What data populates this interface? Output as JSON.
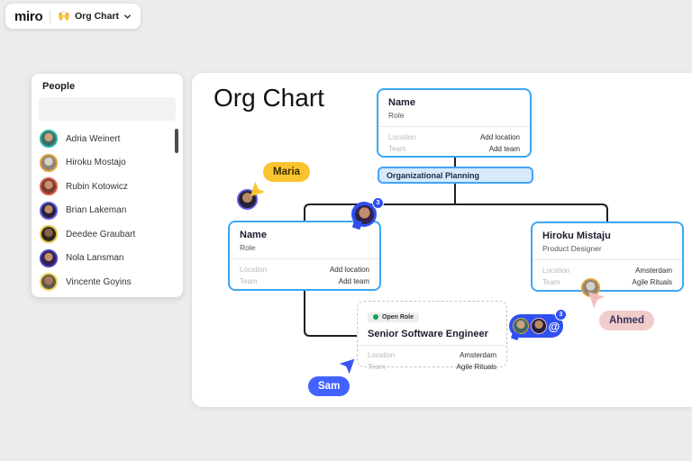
{
  "app": {
    "logo": "miro",
    "board_emoji": "🙌",
    "board_name": "Org Chart"
  },
  "sidebar": {
    "title": "People",
    "search": {
      "placeholder": ""
    },
    "people": [
      {
        "name": "Adria Weinert",
        "ring_color": "#2db4a2"
      },
      {
        "name": "Hiroku Mostajo",
        "ring_color": "#e2a23b"
      },
      {
        "name": "Rubin Kotowicz",
        "ring_color": "#d85c4a"
      },
      {
        "name": "Brian Lakeman",
        "ring_color": "#5b5bd6"
      },
      {
        "name": "Deedee Graubart",
        "ring_color": "#e3c53f"
      },
      {
        "name": "Nola Lansman",
        "ring_color": "#4b3fc4"
      },
      {
        "name": "Vincente Goyins",
        "ring_color": "#edd45c"
      }
    ]
  },
  "canvas": {
    "title": "Org Chart",
    "tag": {
      "label": "Organizational Planning"
    },
    "cards": {
      "top": {
        "name": "Name",
        "role": "Role",
        "location_label": "Location",
        "location_value": "Add location",
        "team_label": "Team",
        "team_value": "Add team"
      },
      "left": {
        "name": "Name",
        "role": "Role",
        "location_label": "Location",
        "location_value": "Add location",
        "team_label": "Team",
        "team_value": "Add team"
      },
      "right": {
        "name": "Hiroku Mistaju",
        "role": "Product Designer",
        "location_label": "Location",
        "location_value": "Amsterdam",
        "team_label": "Team",
        "team_value": "Agile Rituals"
      },
      "open_role": {
        "badge": "Open Role",
        "title": "Senior Software Engineer",
        "location_label": "Location",
        "location_value": "Amsterdam",
        "team_label": "Team",
        "team_value": "Agile Rituals"
      }
    },
    "collaborators": {
      "maria": {
        "name": "Maria",
        "color": "#FCC330"
      },
      "sam": {
        "name": "Sam",
        "color": "#4262FF"
      },
      "ahmed": {
        "name": "Ahmed",
        "color": "#F2CBCB"
      }
    },
    "badges": {
      "branch_avatar_count": "3",
      "mention_count": "3",
      "mention_symbol": "@"
    },
    "colors": {
      "card_border": "#3AA6F4",
      "tag_bg": "#D7EAFC",
      "connector": "#1F1F1F",
      "collab_blue": "#2E50F0"
    }
  }
}
